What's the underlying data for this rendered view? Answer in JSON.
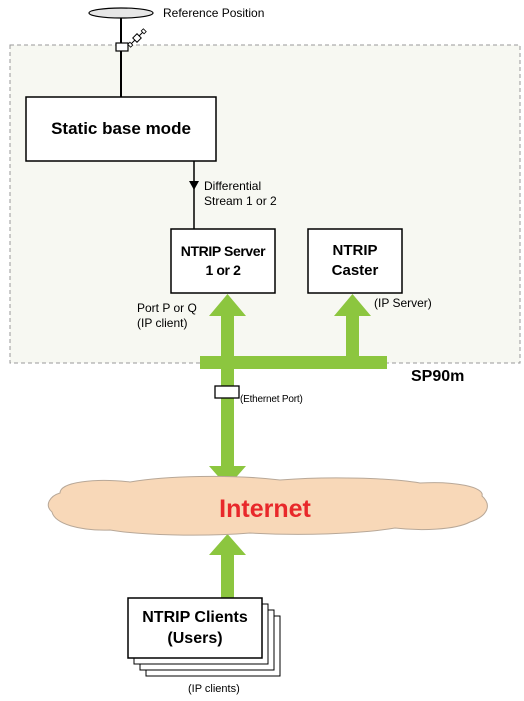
{
  "reference": {
    "label": "Reference Position"
  },
  "base": {
    "label": "Static base mode"
  },
  "stream": {
    "line1": "Differential",
    "line2": "Stream 1 or 2"
  },
  "server": {
    "line1": "NTRIP Server",
    "line2": "1 or 2",
    "port_line1": "Port P or Q",
    "port_line2": "(IP client)"
  },
  "caster": {
    "line1": "NTRIP",
    "line2": "Caster",
    "role": "(IP Server)"
  },
  "device": {
    "label": "SP90m"
  },
  "ethernet": {
    "label": "(Ethernet Port)"
  },
  "internet": {
    "label": "Internet",
    "color": "#e8282a",
    "cloud_color": "#f8d8b8"
  },
  "clients": {
    "line1": "NTRIP Clients",
    "line2": "(Users)",
    "role": "(IP clients)"
  },
  "colors": {
    "arrow_green": "#8cc63f",
    "dashed_border": "#999999",
    "region_fill": "#f7f8f2"
  }
}
